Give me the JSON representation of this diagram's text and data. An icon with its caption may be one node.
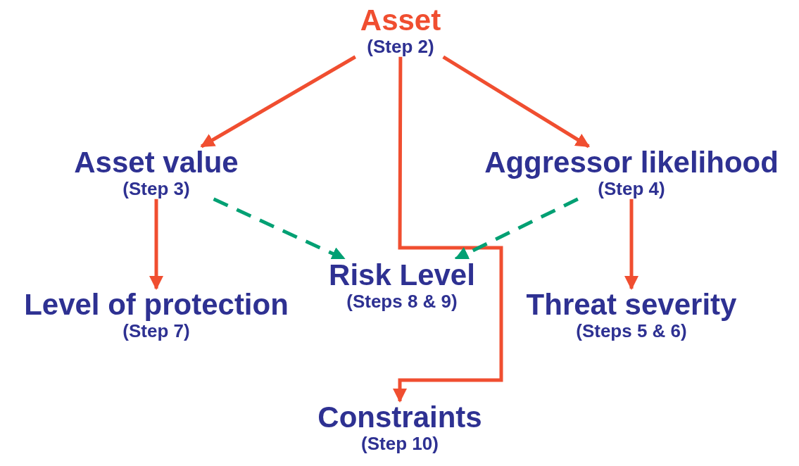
{
  "diagram": {
    "nodes": [
      {
        "text": [
          "Asset",
          "(Step 2)"
        ]
      },
      {
        "text": [
          "Asset value",
          "(Step 3)"
        ]
      },
      {
        "text": [
          "Aggressor likelihood",
          "(Step 4)"
        ]
      },
      {
        "text": [
          "Level of protection",
          "(Step 7)"
        ]
      },
      {
        "text": [
          "Risk Level",
          "(Steps 8 & 9)"
        ]
      },
      {
        "text": [
          "Threat severity",
          "(Steps 5 & 6)"
        ]
      },
      {
        "text": [
          "Constraints",
          "(Step 10)"
        ]
      }
    ],
    "edges": [
      {
        "from": 0,
        "to": 1,
        "arrow": "to"
      },
      {
        "from": 0,
        "to": 2,
        "arrow": "to"
      },
      {
        "from": 0,
        "to": 6,
        "arrow": "to"
      },
      {
        "from": 1,
        "to": 3,
        "arrow": "to"
      },
      {
        "from": 1,
        "to": 4,
        "arrow": "to",
        "style": "dashed",
        "color": "#00a073"
      },
      {
        "from": 2,
        "to": 4,
        "arrow": "to",
        "style": "dashed",
        "color": "#00a073"
      },
      {
        "from": 2,
        "to": 5,
        "arrow": "to"
      }
    ]
  }
}
